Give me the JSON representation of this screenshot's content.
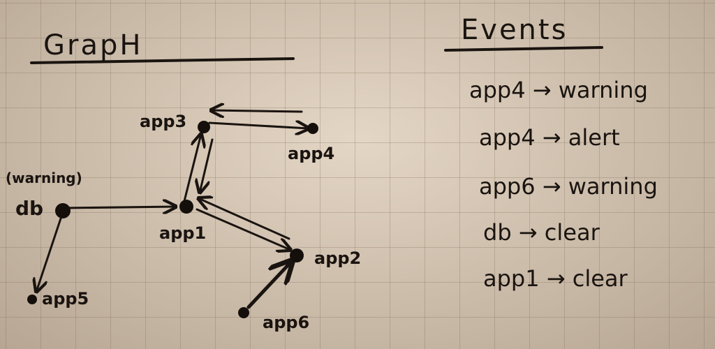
{
  "graph": {
    "title": "GrapH",
    "nodes": {
      "db": {
        "label": "db",
        "status": "(warning)"
      },
      "app1": {
        "label": "app1"
      },
      "app2": {
        "label": "app2"
      },
      "app3": {
        "label": "app3"
      },
      "app4": {
        "label": "app4"
      },
      "app5": {
        "label": "app5"
      },
      "app6": {
        "label": "app6"
      }
    },
    "edges": [
      {
        "from": "db",
        "to": "app1"
      },
      {
        "from": "db",
        "to": "app5"
      },
      {
        "from": "app1",
        "to": "app3"
      },
      {
        "from": "app3",
        "to": "app1"
      },
      {
        "from": "app3",
        "to": "app4"
      },
      {
        "from": "app4",
        "to": "app3"
      },
      {
        "from": "app1",
        "to": "app2"
      },
      {
        "from": "app2",
        "to": "app1"
      },
      {
        "from": "app6",
        "to": "app2"
      }
    ]
  },
  "events": {
    "title": "Events",
    "items": [
      "app4 → warning",
      "app4 → alert",
      "app6 → warning",
      "db → clear",
      "app1 → clear"
    ]
  }
}
